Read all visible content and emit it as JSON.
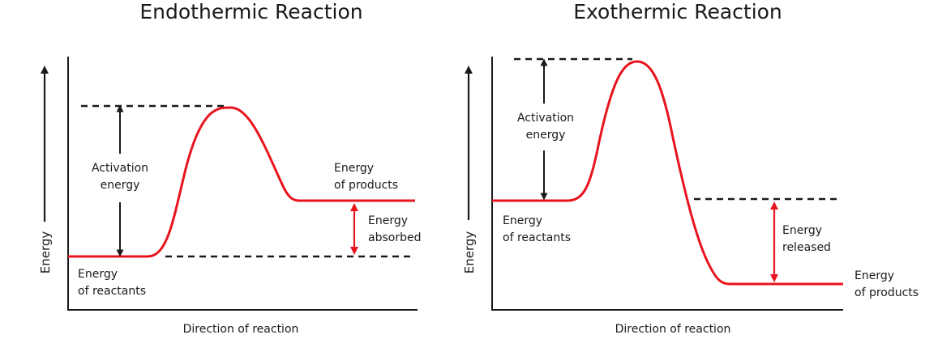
{
  "colors": {
    "curve": "#e8141d",
    "ink": "#1a1a1a",
    "energy_arrow": "#e8141d"
  },
  "endothermic": {
    "title": "Endothermic Reaction",
    "y_axis_label": "Energy",
    "x_axis_label": "Direction of reaction",
    "activation": [
      "Activation",
      "energy"
    ],
    "products": [
      "Energy",
      "of products"
    ],
    "change": [
      "Energy",
      "absorbed"
    ],
    "reactants": [
      "Energy",
      "of reactants"
    ]
  },
  "exothermic": {
    "title": "Exothermic Reaction",
    "y_axis_label": "Energy",
    "x_axis_label": "Direction of reaction",
    "activation": [
      "Activation",
      "energy"
    ],
    "change": [
      "Energy",
      "released"
    ],
    "reactants": [
      "Energy",
      "of reactants"
    ],
    "products": [
      "Energy",
      "of products"
    ]
  }
}
